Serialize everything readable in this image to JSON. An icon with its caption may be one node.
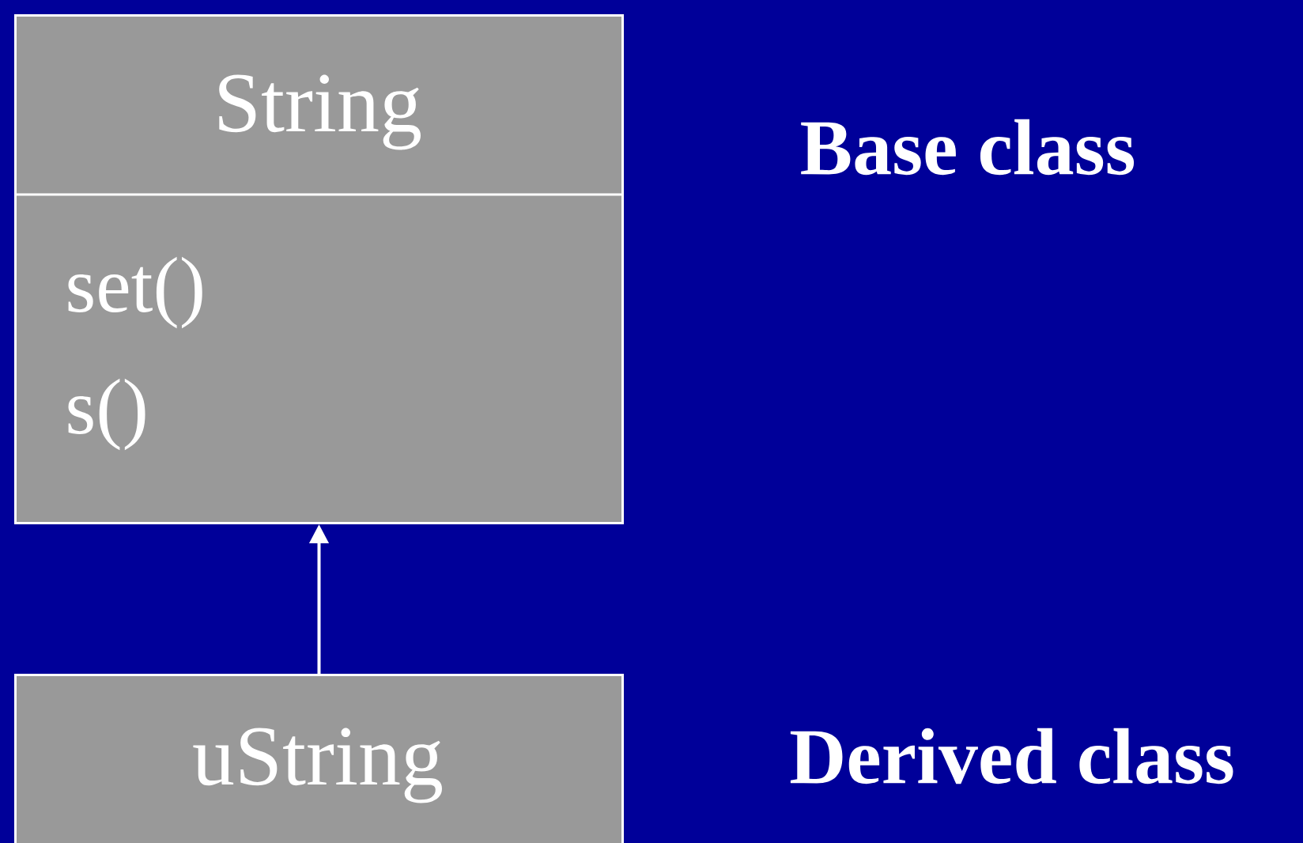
{
  "diagram": {
    "nodes": [
      {
        "text": [
          "String",
          "set()",
          "s()"
        ]
      },
      {
        "text": [
          "uString"
        ]
      }
    ],
    "edges": [
      {
        "from": 1,
        "to": 0,
        "arrow": "to"
      }
    ],
    "labels": [
      "Base class",
      "Derived class"
    ]
  }
}
